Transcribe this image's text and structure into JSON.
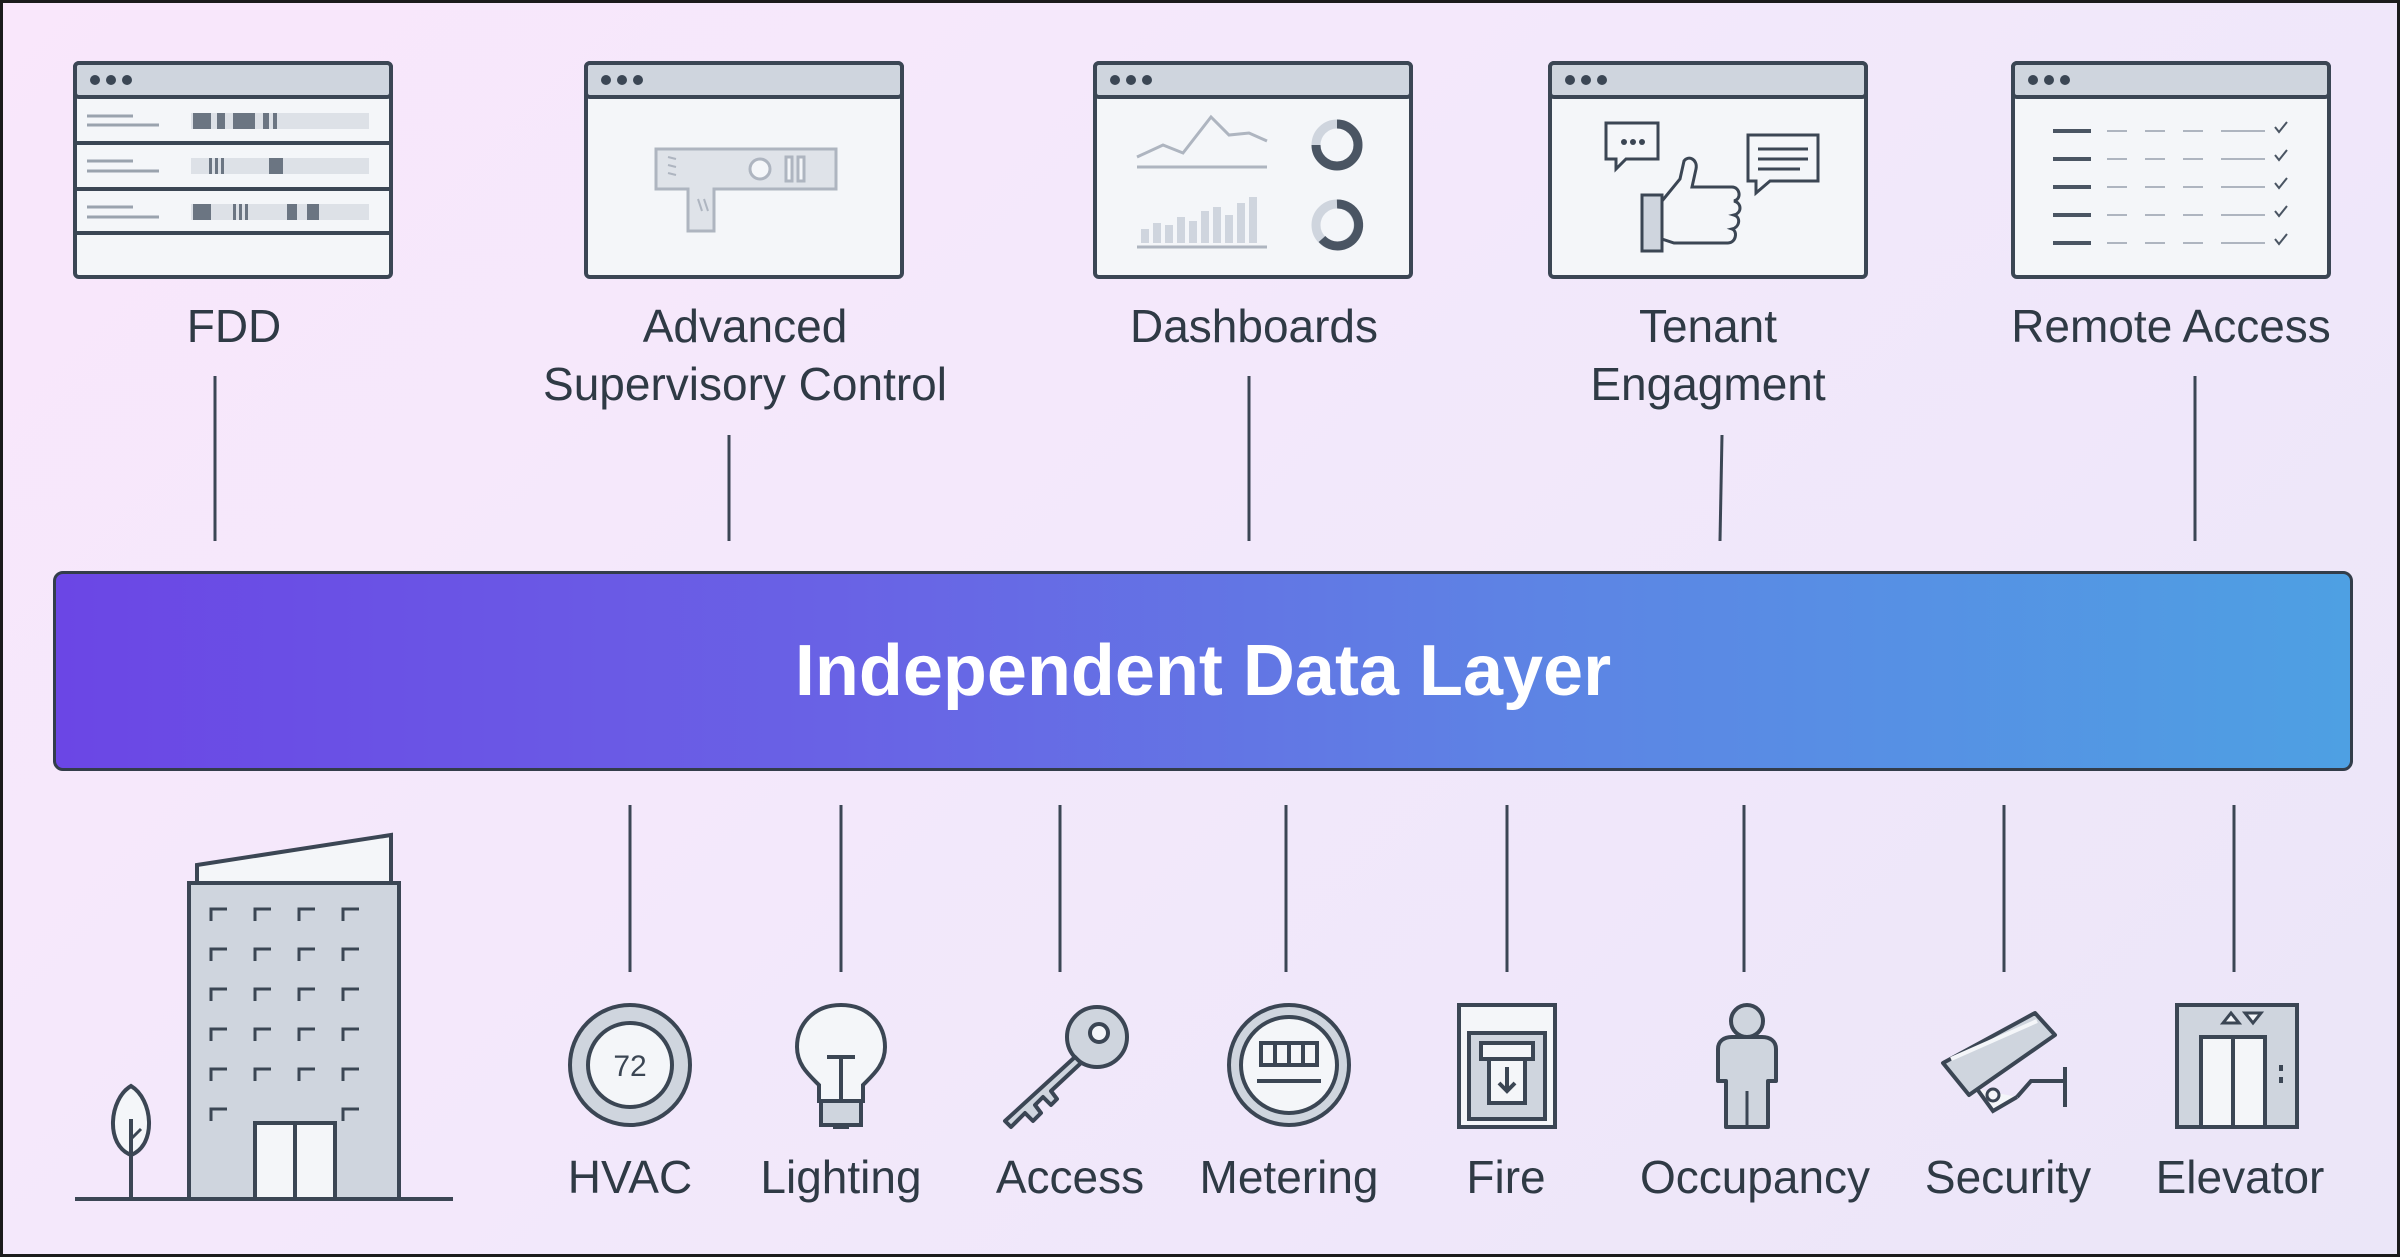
{
  "applications": [
    {
      "name": "fdd",
      "icon": "fdd-window-icon",
      "lines": [
        "FDD"
      ]
    },
    {
      "name": "supervisory",
      "icon": "supervisory-window-icon",
      "lines": [
        "Advanced",
        "Supervisory Control"
      ]
    },
    {
      "name": "dashboards",
      "icon": "dashboards-window-icon",
      "lines": [
        "Dashboards"
      ]
    },
    {
      "name": "tenant",
      "icon": "tenant-window-icon",
      "lines": [
        "Tenant",
        "Engagment"
      ]
    },
    {
      "name": "remote",
      "icon": "remote-access-window-icon",
      "lines": [
        "Remote Access"
      ]
    }
  ],
  "data_layer": {
    "label": "Independent Data Layer"
  },
  "systems": [
    {
      "name": "hvac",
      "icon": "thermostat-icon",
      "label": "HVAC",
      "thermostat_reading": "72"
    },
    {
      "name": "lighting",
      "icon": "lightbulb-icon",
      "label": "Lighting"
    },
    {
      "name": "access",
      "icon": "key-icon",
      "label": "Access"
    },
    {
      "name": "metering",
      "icon": "meter-icon",
      "label": "Metering"
    },
    {
      "name": "fire",
      "icon": "fire-alarm-icon",
      "label": "Fire"
    },
    {
      "name": "occupancy",
      "icon": "person-icon",
      "label": "Occupancy"
    },
    {
      "name": "security",
      "icon": "security-camera-icon",
      "label": "Security"
    },
    {
      "name": "elevator",
      "icon": "elevator-icon",
      "label": "Elevator"
    }
  ],
  "building": {
    "icon": "building-icon",
    "tree_icon": "tree-icon"
  },
  "colors": {
    "stroke": "#3b4654",
    "icon_fill": "#cfd5de",
    "window_fill": "#f4f6f9",
    "bar_start": "#6b46e5",
    "bar_end": "#4ea0e3"
  }
}
